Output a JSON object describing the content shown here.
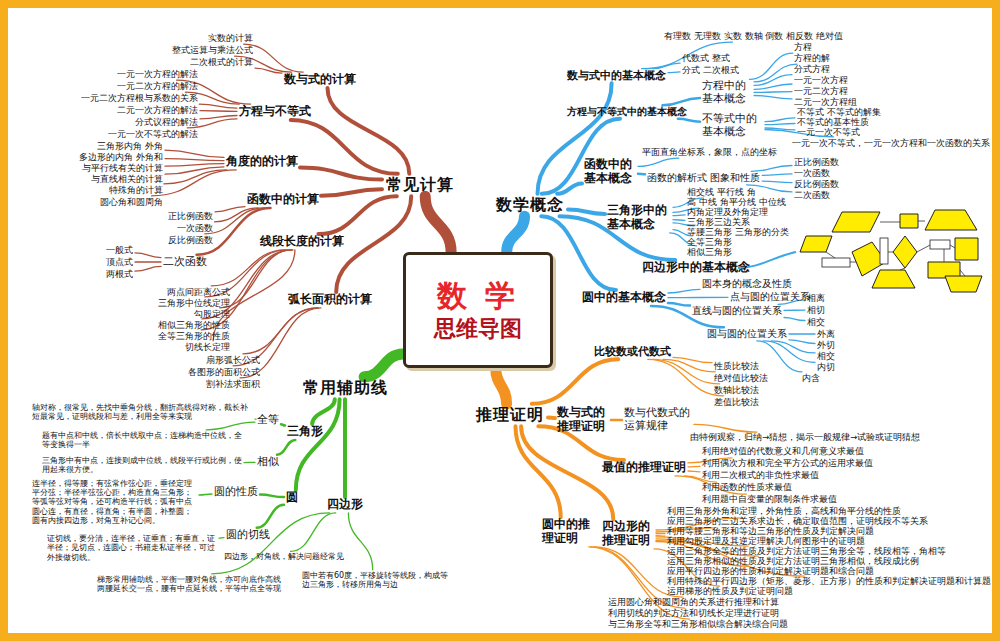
{
  "diagram": {
    "nodes": [
      {
        "text": [
          "数 学",
          "思维导图"
        ]
      },
      {
        "text": [
          "常见计算"
        ]
      },
      {
        "text": [
          "数与式的计算"
        ]
      },
      {
        "text": [
          "实数的计算"
        ]
      },
      {
        "text": [
          "整式运算与乘法公式"
        ]
      },
      {
        "text": [
          "二次根式的计算"
        ]
      },
      {
        "text": [
          "方程与不等式"
        ]
      },
      {
        "text": [
          "一元一次方程的解法"
        ]
      },
      {
        "text": [
          "一元二次方程的解法"
        ]
      },
      {
        "text": [
          "一元二次方程根与系数的关系"
        ]
      },
      {
        "text": [
          "二元一次方程的解法"
        ]
      },
      {
        "text": [
          "分式议程的解法"
        ]
      },
      {
        "text": [
          "一元一次不等式的解法"
        ]
      },
      {
        "text": [
          "角度的的计算"
        ]
      },
      {
        "text": [
          "三角形内角 外角"
        ]
      },
      {
        "text": [
          "多边形的内角 外角和"
        ]
      },
      {
        "text": [
          "与平行线有关的计算"
        ]
      },
      {
        "text": [
          "与直线相关的计算"
        ]
      },
      {
        "text": [
          "特殊角的计算"
        ]
      },
      {
        "text": [
          "圆心角和圆周角"
        ]
      },
      {
        "text": [
          "函数中的计算"
        ]
      },
      {
        "text": [
          "正比例函数"
        ]
      },
      {
        "text": [
          "一次函数"
        ]
      },
      {
        "text": [
          "反比例函数"
        ]
      },
      {
        "text": [
          "二次函数"
        ]
      },
      {
        "text": [
          "一般式"
        ]
      },
      {
        "text": [
          "顶点式"
        ]
      },
      {
        "text": [
          "两根式"
        ]
      },
      {
        "text": [
          "线段长度的计算"
        ]
      },
      {
        "text": [
          "两点间距离公式"
        ]
      },
      {
        "text": [
          "三角形中位线定理"
        ]
      },
      {
        "text": [
          "勾股定理"
        ]
      },
      {
        "text": [
          "相似三角形的性质"
        ]
      },
      {
        "text": [
          "全等三角形的性质"
        ]
      },
      {
        "text": [
          "切线长定理"
        ]
      },
      {
        "text": [
          "弧长面积的计算"
        ]
      },
      {
        "text": [
          "扇形弧长公式"
        ]
      },
      {
        "text": [
          "各图形的面积公式"
        ]
      },
      {
        "text": [
          "割补法求面积"
        ]
      },
      {
        "text": [
          "数学概念"
        ]
      },
      {
        "text": [
          "数与式中的基本概念"
        ]
      },
      {
        "text": [
          "有理数 无理数 实数 数轴 倒数 相反数 绝对值"
        ]
      },
      {
        "text": [
          "代数式 整式"
        ]
      },
      {
        "text": [
          "分式 二次根式"
        ]
      },
      {
        "text": [
          "方程与不等式中的基本概念"
        ]
      },
      {
        "text": [
          "方程中的基本概念"
        ]
      },
      {
        "text": [
          "方程"
        ]
      },
      {
        "text": [
          "方程的解"
        ]
      },
      {
        "text": [
          "分式方程"
        ]
      },
      {
        "text": [
          "一元一次方程"
        ]
      },
      {
        "text": [
          "一元二次方程"
        ]
      },
      {
        "text": [
          "二元一次方程组"
        ]
      },
      {
        "text": [
          "不等式中的基本概念"
        ]
      },
      {
        "text": [
          "不等式 不等式的解集"
        ]
      },
      {
        "text": [
          "不等式的基本性质"
        ]
      },
      {
        "text": [
          "一元一次不等式"
        ]
      },
      {
        "text": [
          "一元一次不等式，一元一次方程和一次函数的关系"
        ]
      },
      {
        "text": [
          "函数中的基本概念"
        ]
      },
      {
        "text": [
          "平面直角坐标系，象限，点的坐标"
        ]
      },
      {
        "text": [
          "函数的解析式 图象和性质"
        ]
      },
      {
        "text": [
          "正比例函数"
        ]
      },
      {
        "text": [
          "一次函数"
        ]
      },
      {
        "text": [
          "反比例函数"
        ]
      },
      {
        "text": [
          "二次函数"
        ]
      },
      {
        "text": [
          "三角形中的基本概念"
        ]
      },
      {
        "text": [
          "相交线 平行线 角"
        ]
      },
      {
        "text": [
          "高 中线 角平分线 中位线"
        ]
      },
      {
        "text": [
          "内角定理及外角定理"
        ]
      },
      {
        "text": [
          "三角形三边关系"
        ]
      },
      {
        "text": [
          "等腰三角形 三角形的分类"
        ]
      },
      {
        "text": [
          "全等三角形"
        ]
      },
      {
        "text": [
          "相似三角形"
        ]
      },
      {
        "text": [
          "四边形中的基本概念"
        ]
      },
      {
        "text": [
          "圆中的基本概念"
        ]
      },
      {
        "text": [
          "圆本身的概念及性质"
        ]
      },
      {
        "text": [
          "点与圆的位置关系"
        ]
      },
      {
        "text": [
          "直线与圆的位置关系"
        ]
      },
      {
        "text": [
          "相离"
        ]
      },
      {
        "text": [
          "相切"
        ]
      },
      {
        "text": [
          "相交"
        ]
      },
      {
        "text": [
          "圆与圆的位置关系"
        ]
      },
      {
        "text": [
          "外离"
        ]
      },
      {
        "text": [
          "外切"
        ]
      },
      {
        "text": [
          "相交"
        ]
      },
      {
        "text": [
          "内切"
        ]
      },
      {
        "text": [
          "内含"
        ]
      },
      {
        "text": [
          "常用辅助线"
        ]
      },
      {
        "text": [
          "三角形"
        ]
      },
      {
        "text": [
          "全等"
        ]
      },
      {
        "text": [
          "轴对称，很常见，先找中垂角分线，翻折高线得对称，截长补短最常见，证明线段和与差，利用全等来实现"
        ]
      },
      {
        "text": [
          "题有中点和中线，倍长中线取中点；连梯构造中位线，全等变换得一半"
        ]
      },
      {
        "text": [
          "相似"
        ]
      },
      {
        "text": [
          "三角形中有中点，连接则成中位线，线段平行或比例，使用起来很方便。"
        ]
      },
      {
        "text": [
          "圆"
        ]
      },
      {
        "text": [
          "圆的性质"
        ]
      },
      {
        "text": [
          "连半径，得等腰；有弦常作弦心距，垂径定理平分弦；半径半弦弦心距，构造直角三角形；等弧等弦对等角，还可构造平行线；弧有中点圆心连，有直径，得直角；有半圆，补整圆；圆有内接四边形，对角互补记心间。"
        ]
      },
      {
        "text": [
          "圆的切线"
        ]
      },
      {
        "text": [
          "证切线，要分清，连半径，证垂直；有垂直，证半径；见切点，连圆心；书籍走私证半径，可过外接做切线。"
        ]
      },
      {
        "text": [
          "四边形"
        ]
      },
      {
        "text": [
          "四边形，对角线，解决问题经常见"
        ]
      },
      {
        "text": [
          "梯形常用辅助线，平衡一腰对角线，亦可向底作高线两腰延长交一点，腰有中点延长线，平等中点全等现"
        ]
      },
      {
        "text": [
          "圆中若有60度，平移旋转等线段，构成等边三角形，转移所用角与边"
        ]
      },
      {
        "text": [
          "推理证明"
        ]
      },
      {
        "text": [
          "比较数或代数式"
        ]
      },
      {
        "text": [
          "性质比较法"
        ]
      },
      {
        "text": [
          "绝对值比较法"
        ]
      },
      {
        "text": [
          "数轴比较法"
        ]
      },
      {
        "text": [
          "差值比较法"
        ]
      },
      {
        "text": [
          "数与式的推理证明"
        ]
      },
      {
        "text": [
          "数与代数式的运算规律"
        ]
      },
      {
        "text": [
          "由特例观察，归纳→猜想，揭示一般规律→试验或证明猜想"
        ]
      },
      {
        "text": [
          "最值的推理证明"
        ]
      },
      {
        "text": [
          "利用绝对值的代数意义和几何意义求最值"
        ]
      },
      {
        "text": [
          "利用偶次方根和完全平方公式的运用求最值"
        ]
      },
      {
        "text": [
          "利用二次根式的非负性求最值"
        ]
      },
      {
        "text": [
          "利用函数的性质求最值"
        ]
      },
      {
        "text": [
          "利用题中自变量的限制条件求最值"
        ]
      },
      {
        "text": [
          "圆中的推理证明"
        ]
      },
      {
        "text": [
          "四边形的推理证明"
        ]
      },
      {
        "text": [
          "利用三角形外角和定理，外角性质，高线和角平分线的性质"
        ]
      },
      {
        "text": [
          "应用三角形的三边关系求边长，确定取值范围，证明线段不等关系"
        ]
      },
      {
        "text": [
          "利用等腰三角形和等边三角形的性质及判定解决问题"
        ]
      },
      {
        "text": [
          "利用勾股定理及其逆定理解决几何图形中的证明题"
        ]
      },
      {
        "text": [
          "运用三角形全等的性质及判定方法证明三角形全等，线段相等，角相等"
        ]
      },
      {
        "text": [
          "运用三角形相似的性质及判定方法证明三角形相似，线段成比例"
        ]
      },
      {
        "text": [
          "应用平行四边形的性质和判定解决证明题和综合问题"
        ]
      },
      {
        "text": [
          "利用特殊的平行四边形（矩形、菱形、正方形）的性质和判定解决证明题和计算题"
        ]
      },
      {
        "text": [
          "运用梯形的性质及判定证明问题"
        ]
      },
      {
        "text": [
          "运用圆心角和圆周角的关系进行推理和计算"
        ]
      },
      {
        "text": [
          "利用切线的判定方法和切线长定理进行证明"
        ]
      },
      {
        "text": [
          "与三角形全等和三角形相似综合解决综合问题"
        ]
      }
    ],
    "edges": [
      {
        "from": 0,
        "to": 1,
        "arrow": "none"
      },
      {
        "from": 1,
        "to": 2,
        "arrow": "none"
      },
      {
        "from": 2,
        "to": 3,
        "arrow": "none"
      },
      {
        "from": 2,
        "to": 4,
        "arrow": "none"
      },
      {
        "from": 2,
        "to": 5,
        "arrow": "none"
      },
      {
        "from": 1,
        "to": 6,
        "arrow": "none"
      },
      {
        "from": 6,
        "to": 7,
        "arrow": "none"
      },
      {
        "from": 6,
        "to": 8,
        "arrow": "none"
      },
      {
        "from": 6,
        "to": 9,
        "arrow": "none"
      },
      {
        "from": 6,
        "to": 10,
        "arrow": "none"
      },
      {
        "from": 6,
        "to": 11,
        "arrow": "none"
      },
      {
        "from": 6,
        "to": 12,
        "arrow": "none"
      },
      {
        "from": 1,
        "to": 13,
        "arrow": "none"
      },
      {
        "from": 13,
        "to": 14,
        "arrow": "none"
      },
      {
        "from": 13,
        "to": 15,
        "arrow": "none"
      },
      {
        "from": 13,
        "to": 16,
        "arrow": "none"
      },
      {
        "from": 13,
        "to": 17,
        "arrow": "none"
      },
      {
        "from": 13,
        "to": 18,
        "arrow": "none"
      },
      {
        "from": 13,
        "to": 19,
        "arrow": "none"
      },
      {
        "from": 1,
        "to": 20,
        "arrow": "none"
      },
      {
        "from": 20,
        "to": 21,
        "arrow": "none"
      },
      {
        "from": 20,
        "to": 22,
        "arrow": "none"
      },
      {
        "from": 20,
        "to": 23,
        "arrow": "none"
      },
      {
        "from": 20,
        "to": 24,
        "arrow": "none"
      },
      {
        "from": 24,
        "to": 25,
        "arrow": "none"
      },
      {
        "from": 24,
        "to": 26,
        "arrow": "none"
      },
      {
        "from": 24,
        "to": 27,
        "arrow": "none"
      },
      {
        "from": 1,
        "to": 28,
        "arrow": "none"
      },
      {
        "from": 28,
        "to": 29,
        "arrow": "none"
      },
      {
        "from": 28,
        "to": 30,
        "arrow": "none"
      },
      {
        "from": 28,
        "to": 31,
        "arrow": "none"
      },
      {
        "from": 28,
        "to": 32,
        "arrow": "none"
      },
      {
        "from": 28,
        "to": 33,
        "arrow": "none"
      },
      {
        "from": 28,
        "to": 34,
        "arrow": "none"
      },
      {
        "from": 1,
        "to": 35,
        "arrow": "none"
      },
      {
        "from": 35,
        "to": 36,
        "arrow": "none"
      },
      {
        "from": 35,
        "to": 37,
        "arrow": "none"
      },
      {
        "from": 35,
        "to": 38,
        "arrow": "none"
      },
      {
        "from": 0,
        "to": 39,
        "arrow": "none"
      },
      {
        "from": 39,
        "to": 40,
        "arrow": "none"
      },
      {
        "from": 40,
        "to": 41,
        "arrow": "none"
      },
      {
        "from": 40,
        "to": 42,
        "arrow": "none"
      },
      {
        "from": 40,
        "to": 43,
        "arrow": "none"
      },
      {
        "from": 39,
        "to": 44,
        "arrow": "none"
      },
      {
        "from": 44,
        "to": 45,
        "arrow": "none"
      },
      {
        "from": 45,
        "to": 46,
        "arrow": "none"
      },
      {
        "from": 45,
        "to": 47,
        "arrow": "none"
      },
      {
        "from": 45,
        "to": 48,
        "arrow": "none"
      },
      {
        "from": 45,
        "to": 49,
        "arrow": "none"
      },
      {
        "from": 45,
        "to": 50,
        "arrow": "none"
      },
      {
        "from": 45,
        "to": 51,
        "arrow": "none"
      },
      {
        "from": 44,
        "to": 52,
        "arrow": "none"
      },
      {
        "from": 52,
        "to": 53,
        "arrow": "none"
      },
      {
        "from": 52,
        "to": 54,
        "arrow": "none"
      },
      {
        "from": 52,
        "to": 55,
        "arrow": "none"
      },
      {
        "from": 52,
        "to": 56,
        "arrow": "none"
      },
      {
        "from": 39,
        "to": 57,
        "arrow": "none"
      },
      {
        "from": 57,
        "to": 58,
        "arrow": "none"
      },
      {
        "from": 57,
        "to": 59,
        "arrow": "none"
      },
      {
        "from": 59,
        "to": 60,
        "arrow": "none"
      },
      {
        "from": 59,
        "to": 61,
        "arrow": "none"
      },
      {
        "from": 59,
        "to": 62,
        "arrow": "none"
      },
      {
        "from": 59,
        "to": 63,
        "arrow": "none"
      },
      {
        "from": 39,
        "to": 64,
        "arrow": "none"
      },
      {
        "from": 64,
        "to": 65,
        "arrow": "none"
      },
      {
        "from": 64,
        "to": 66,
        "arrow": "none"
      },
      {
        "from": 64,
        "to": 67,
        "arrow": "none"
      },
      {
        "from": 64,
        "to": 68,
        "arrow": "none"
      },
      {
        "from": 64,
        "to": 69,
        "arrow": "none"
      },
      {
        "from": 64,
        "to": 70,
        "arrow": "none"
      },
      {
        "from": 64,
        "to": 71,
        "arrow": "none"
      },
      {
        "from": 39,
        "to": 72,
        "arrow": "none"
      },
      {
        "from": 39,
        "to": 73,
        "arrow": "none"
      },
      {
        "from": 73,
        "to": 74,
        "arrow": "none"
      },
      {
        "from": 73,
        "to": 75,
        "arrow": "none"
      },
      {
        "from": 73,
        "to": 76,
        "arrow": "none"
      },
      {
        "from": 76,
        "to": 77,
        "arrow": "none"
      },
      {
        "from": 76,
        "to": 78,
        "arrow": "none"
      },
      {
        "from": 76,
        "to": 79,
        "arrow": "none"
      },
      {
        "from": 73,
        "to": 80,
        "arrow": "none"
      },
      {
        "from": 80,
        "to": 81,
        "arrow": "none"
      },
      {
        "from": 80,
        "to": 82,
        "arrow": "none"
      },
      {
        "from": 80,
        "to": 83,
        "arrow": "none"
      },
      {
        "from": 80,
        "to": 84,
        "arrow": "none"
      },
      {
        "from": 80,
        "to": 85,
        "arrow": "none"
      },
      {
        "from": 0,
        "to": 86,
        "arrow": "none"
      },
      {
        "from": 86,
        "to": 87,
        "arrow": "none"
      },
      {
        "from": 87,
        "to": 88,
        "arrow": "none"
      },
      {
        "from": 88,
        "to": 89,
        "arrow": "none"
      },
      {
        "from": 88,
        "to": 90,
        "arrow": "none"
      },
      {
        "from": 87,
        "to": 91,
        "arrow": "none"
      },
      {
        "from": 91,
        "to": 92,
        "arrow": "none"
      },
      {
        "from": 86,
        "to": 93,
        "arrow": "none"
      },
      {
        "from": 93,
        "to": 94,
        "arrow": "none"
      },
      {
        "from": 94,
        "to": 95,
        "arrow": "none"
      },
      {
        "from": 93,
        "to": 96,
        "arrow": "none"
      },
      {
        "from": 96,
        "to": 97,
        "arrow": "none"
      },
      {
        "from": 86,
        "to": 98,
        "arrow": "none"
      },
      {
        "from": 98,
        "to": 99,
        "arrow": "none"
      },
      {
        "from": 98,
        "to": 100,
        "arrow": "none"
      },
      {
        "from": 98,
        "to": 101,
        "arrow": "none"
      },
      {
        "from": 0,
        "to": 102,
        "arrow": "none"
      },
      {
        "from": 102,
        "to": 103,
        "arrow": "none"
      },
      {
        "from": 103,
        "to": 104,
        "arrow": "none"
      },
      {
        "from": 103,
        "to": 105,
        "arrow": "none"
      },
      {
        "from": 103,
        "to": 106,
        "arrow": "none"
      },
      {
        "from": 103,
        "to": 107,
        "arrow": "none"
      },
      {
        "from": 102,
        "to": 108,
        "arrow": "none"
      },
      {
        "from": 108,
        "to": 109,
        "arrow": "none"
      },
      {
        "from": 109,
        "to": 110,
        "arrow": "none"
      },
      {
        "from": 102,
        "to": 111,
        "arrow": "none"
      },
      {
        "from": 111,
        "to": 112,
        "arrow": "none"
      },
      {
        "from": 111,
        "to": 113,
        "arrow": "none"
      },
      {
        "from": 111,
        "to": 114,
        "arrow": "none"
      },
      {
        "from": 111,
        "to": 115,
        "arrow": "none"
      },
      {
        "from": 111,
        "to": 116,
        "arrow": "none"
      },
      {
        "from": 102,
        "to": 117,
        "arrow": "none"
      },
      {
        "from": 102,
        "to": 118,
        "arrow": "none"
      },
      {
        "from": 118,
        "to": 119,
        "arrow": "none"
      },
      {
        "from": 118,
        "to": 120,
        "arrow": "none"
      },
      {
        "from": 118,
        "to": 121,
        "arrow": "none"
      },
      {
        "from": 118,
        "to": 122,
        "arrow": "none"
      },
      {
        "from": 118,
        "to": 123,
        "arrow": "none"
      },
      {
        "from": 118,
        "to": 124,
        "arrow": "none"
      },
      {
        "from": 118,
        "to": 125,
        "arrow": "none"
      },
      {
        "from": 118,
        "to": 126,
        "arrow": "none"
      },
      {
        "from": 118,
        "to": 127,
        "arrow": "none"
      },
      {
        "from": 117,
        "to": 128,
        "arrow": "none"
      },
      {
        "from": 117,
        "to": 129,
        "arrow": "none"
      },
      {
        "from": 117,
        "to": 130,
        "arrow": "none"
      }
    ]
  }
}
